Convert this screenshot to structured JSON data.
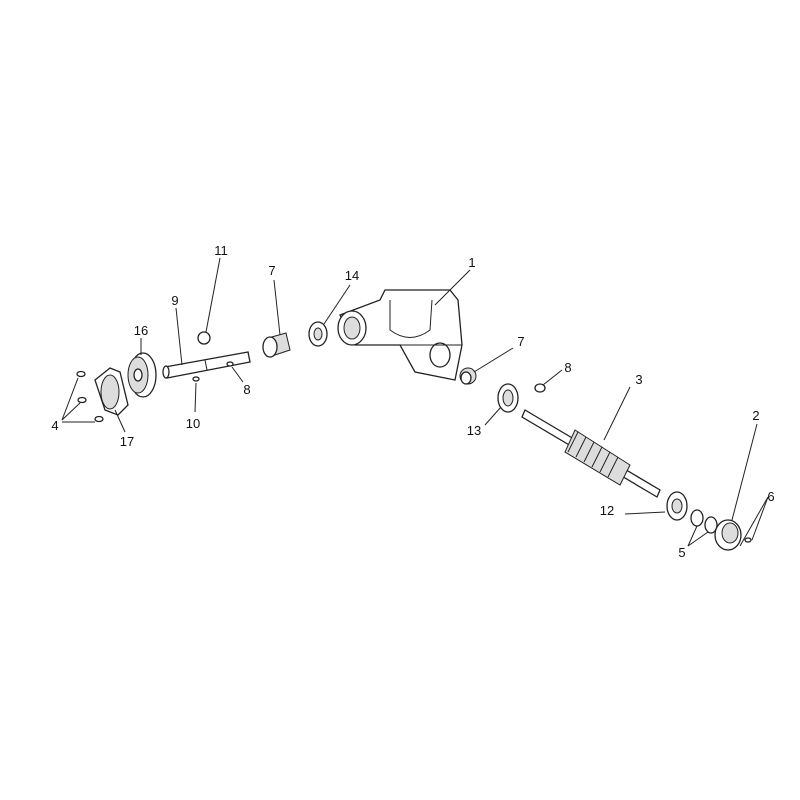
{
  "diagram": {
    "title": "Gearbox exploded parts diagram",
    "callouts": [
      "1",
      "2",
      "3",
      "4",
      "5",
      "6",
      "7",
      "7",
      "8",
      "8",
      "9",
      "10",
      "11",
      "12",
      "13",
      "14",
      "16",
      "17"
    ]
  }
}
